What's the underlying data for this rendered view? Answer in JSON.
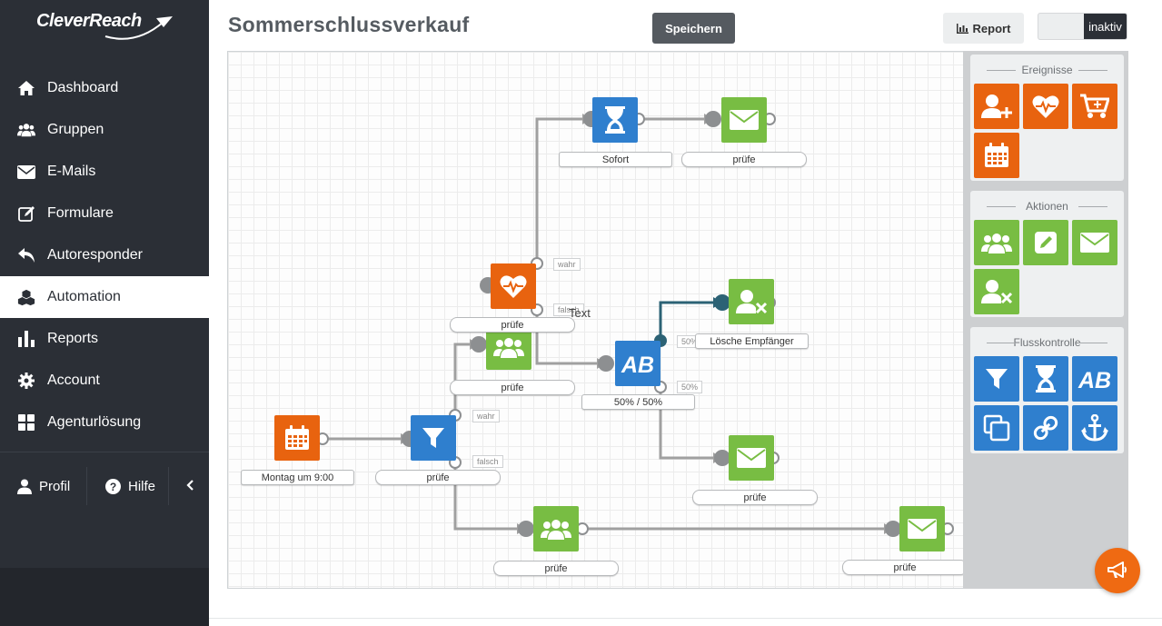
{
  "app": {
    "brand": "CleverReach"
  },
  "sidebar": {
    "items": [
      {
        "label": "Dashboard",
        "icon": "home-icon"
      },
      {
        "label": "Gruppen",
        "icon": "users-icon"
      },
      {
        "label": "E-Mails",
        "icon": "envelope-icon"
      },
      {
        "label": "Formulare",
        "icon": "edit-icon"
      },
      {
        "label": "Autoresponder",
        "icon": "reply-icon"
      },
      {
        "label": "Automation",
        "icon": "cubes-icon",
        "active": true
      },
      {
        "label": "Reports",
        "icon": "bar-chart-icon"
      },
      {
        "label": "Account",
        "icon": "gear-icon"
      },
      {
        "label": "Agenturlösung",
        "icon": "grid-icon"
      }
    ],
    "footer": {
      "profile": "Profil",
      "help": "Hilfe"
    }
  },
  "header": {
    "title": "Sommerschlussverkauf",
    "save": "Speichern",
    "report": "Report",
    "status": "inaktiv"
  },
  "canvas": {
    "nodes": {
      "trigger_date": {
        "label": "Montag um 9:00"
      },
      "filter": {
        "label": "prüfe"
      },
      "group_top": {
        "label": "prüfe"
      },
      "heart": {
        "label": "prüfe"
      },
      "wait": {
        "label": "Sofort"
      },
      "mail_top": {
        "label": "prüfe"
      },
      "ab": {
        "label": "50% / 50%"
      },
      "delete": {
        "label": "Lösche Empfänger"
      },
      "mail_mid": {
        "label": "prüfe"
      },
      "group_bottom": {
        "label": "prüfe"
      },
      "mail_bottom": {
        "label": "prüfe"
      }
    },
    "tags": {
      "heart_true": "wahr",
      "heart_false": "falsch",
      "filter_true": "wahr",
      "filter_false": "falsch",
      "ab_top": "50%",
      "ab_bottom": "50%"
    },
    "floating_text": "Text"
  },
  "panel": {
    "events_title": "Ereignisse",
    "actions_title": "Aktionen",
    "flow_title": "Flusskontrolle"
  },
  "colors": {
    "sidebar": "#2b2f36",
    "blue": "#2f7fce",
    "green": "#78bd43",
    "orange": "#e8630f",
    "connector": "#a0a0a0",
    "active_connector": "#2c6275"
  }
}
